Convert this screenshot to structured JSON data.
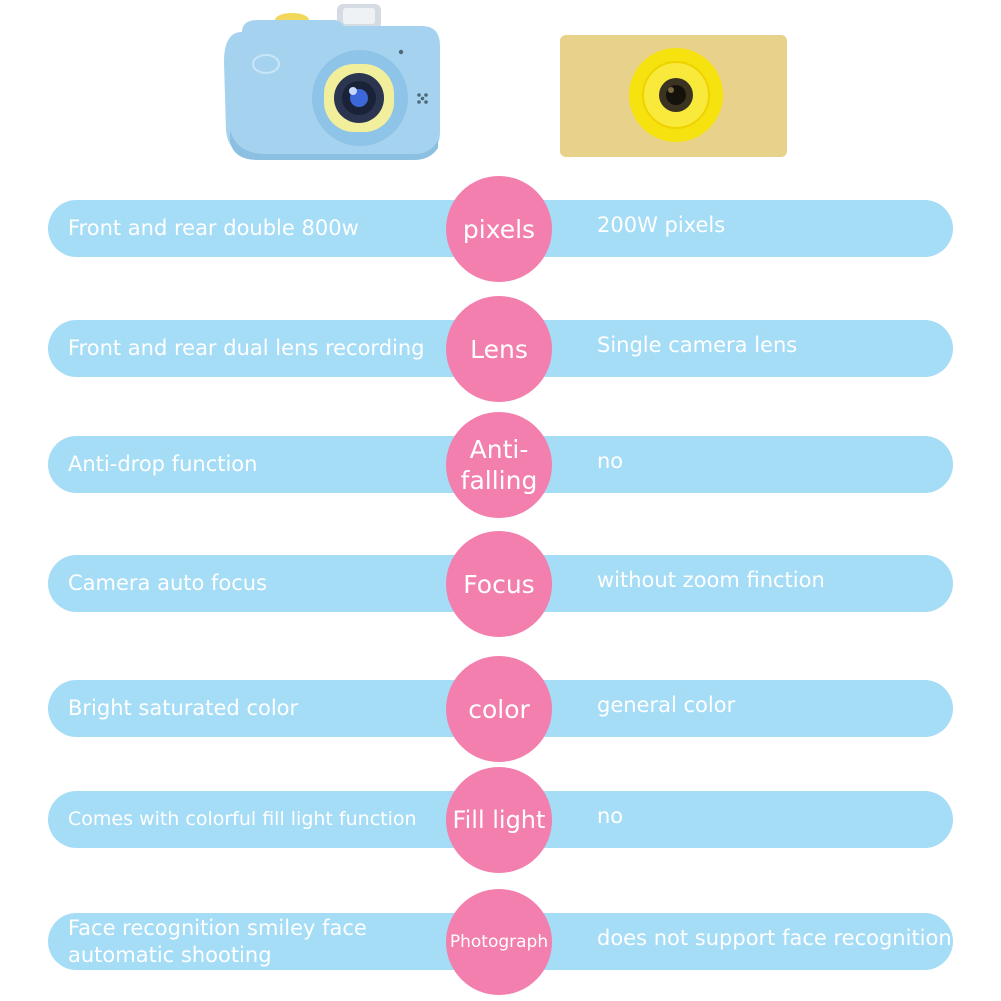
{
  "colors": {
    "bar": "#a5dcf6",
    "badge": "#f27fad",
    "text": "#ffffff",
    "blue_camera": "#a5d3ef",
    "yellow_camera": "#e8d18a"
  },
  "products": {
    "left_image": "blue-kids-camera-icon",
    "right_image": "yellow-camera-icon"
  },
  "rows": [
    {
      "feature": "pixels",
      "left": "Front and rear double 800w",
      "right": "200W pixels"
    },
    {
      "feature": "Lens",
      "left": "Front and rear dual lens recording",
      "right": "Single camera lens"
    },
    {
      "feature": "Anti-falling",
      "left": "Anti-drop function",
      "right": "no"
    },
    {
      "feature": "Focus",
      "left": "Camera auto focus",
      "right": "without zoom finction"
    },
    {
      "feature": "color",
      "left": "Bright saturated color",
      "right": "general color"
    },
    {
      "feature": "Fill light",
      "left": "Comes with colorful fill light function",
      "right": "no"
    },
    {
      "feature": "Photograph",
      "left": "Face recognition smiley face automatic shooting",
      "right": "does not support face recognition"
    }
  ]
}
